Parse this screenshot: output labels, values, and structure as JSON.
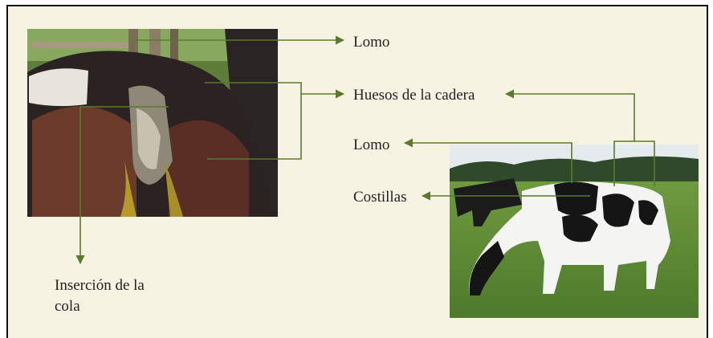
{
  "labels": {
    "lomo_top": "Lomo",
    "huesos": "Huesos de la cadera",
    "lomo_mid": "Lomo",
    "costillas": "Costillas",
    "insercion": "Inserción de la cola"
  },
  "colors": {
    "background": "#f7f3e2",
    "arrow": "#5a7a2c",
    "border": "#111111"
  }
}
